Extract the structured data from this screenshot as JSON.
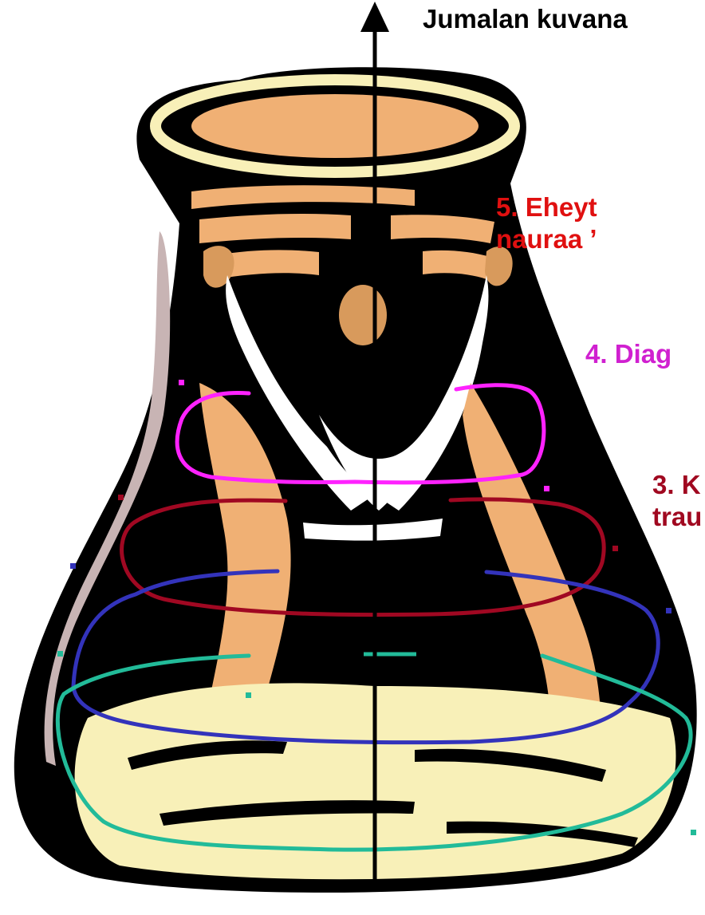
{
  "axis": {
    "label": "Jumalan kuvana"
  },
  "levels": [
    {
      "id": "5",
      "lines": [
        "5. Eheyt",
        "nauraa ’"
      ],
      "color": "#e01010"
    },
    {
      "id": "4",
      "lines": [
        "4. Diag"
      ],
      "color": "#d020d0"
    },
    {
      "id": "3",
      "lines": [
        "3. K",
        "trau"
      ],
      "color": "#a00820"
    }
  ],
  "rings": [
    {
      "level": "4",
      "color": "#ff22ff"
    },
    {
      "level": "3",
      "color": "#a00822"
    },
    {
      "level": "2",
      "color": "#3333bb"
    },
    {
      "level": "1",
      "color": "#22bb99"
    }
  ],
  "illustration": {
    "subject": "flask",
    "fill_colors": {
      "outline": "#000000",
      "tan": "#f0b074",
      "cream": "#f8f0b8",
      "skin": "#d89a5c",
      "glass_edge": "#c8b4b4"
    }
  }
}
